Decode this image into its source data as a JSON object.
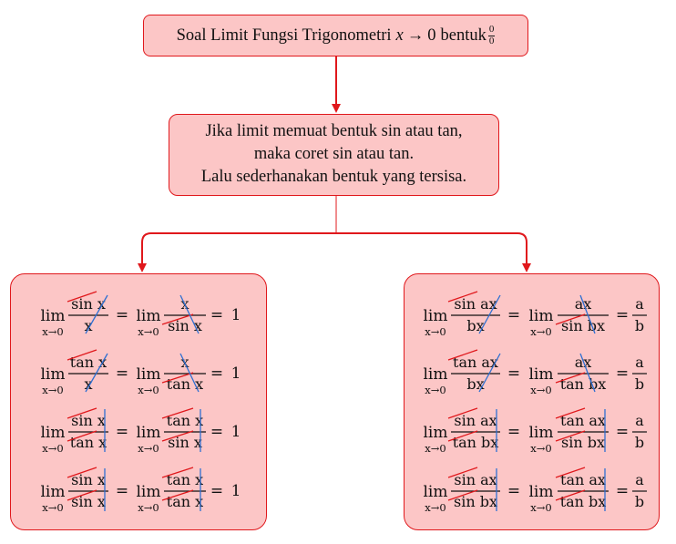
{
  "title_box": {
    "text": "Soal Limit Fungsi Trigonometri",
    "var": "x",
    "arrow": "→",
    "limit_value": "0",
    "form_word": "bentuk",
    "form_numerator": "0",
    "form_denominator": "0"
  },
  "instruction_box": {
    "line1": "Jika limit memuat bentuk sin atau tan,",
    "line2": "maka coret sin atau tan.",
    "line3": "Lalu sederhanakan bentuk yang tersisa."
  },
  "lim_word": "lim",
  "lim_sub": "x→0",
  "equals": "=",
  "formulas_left": [
    {
      "num1": "sin x",
      "den1": "x",
      "num2": "x",
      "den2": "sin x",
      "result": "1"
    },
    {
      "num1": "tan x",
      "den1": "x",
      "num2": "x",
      "den2": "tan x",
      "result": "1"
    },
    {
      "num1": "sin x",
      "den1": "tan x",
      "num2": "tan x",
      "den2": "sin x",
      "result": "1"
    },
    {
      "num1": "sin x",
      "den1": "sin x",
      "num2": "tan x",
      "den2": "tan x",
      "result": "1"
    }
  ],
  "formulas_right": [
    {
      "num1": "sin ax",
      "den1": "bx",
      "num2": "ax",
      "den2": "sin bx",
      "res_num": "a",
      "res_den": "b"
    },
    {
      "num1": "tan ax",
      "den1": "bx",
      "num2": "ax",
      "den2": "tan bx",
      "res_num": "a",
      "res_den": "b"
    },
    {
      "num1": "sin ax",
      "den1": "tan bx",
      "num2": "tan ax",
      "den2": "sin bx",
      "res_num": "a",
      "res_den": "b"
    },
    {
      "num1": "sin ax",
      "den1": "sin bx",
      "num2": "tan ax",
      "den2": "tan bx",
      "res_num": "a",
      "res_den": "b"
    }
  ],
  "colors": {
    "box_fill": "#fcc6c6",
    "box_border": "#e0181c",
    "arrow": "#e0181c",
    "strike_red": "#e0181c",
    "strike_blue": "#2d6fd2"
  }
}
